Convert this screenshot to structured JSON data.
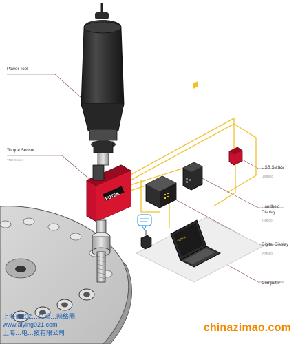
{
  "labels": {
    "power_tool": {
      "title": "Power Tool"
    },
    "torque_sensor": {
      "title": "Torque Sensor",
      "series": "TRH Series"
    },
    "usb_series": {
      "title": "USB Series",
      "model": "USB520"
    },
    "handheld_display": {
      "line1": "Handheld",
      "line2": "Display",
      "model": "IHH500"
    },
    "digital_display": {
      "title": "Digital Display",
      "model": "IPM650"
    },
    "computer": {
      "title": "Computer"
    }
  },
  "sensor_brand": "FUTEK",
  "watermarks": {
    "left_line1": "上海徐202…总部…网络圈",
    "left_line2": "www.aiying021.com",
    "left_line3": "上海…电…技有限公司",
    "right": "chinazimao.com"
  },
  "colors": {
    "wire": "#f2c12e",
    "leader": "#7a3b3b",
    "sensor_red": "#c8102e",
    "tool_dark": "#2f2f2f",
    "metal": "#cfcfcf",
    "watermark_blue": "#1a5fb4",
    "watermark_orange": "#f08a00"
  }
}
